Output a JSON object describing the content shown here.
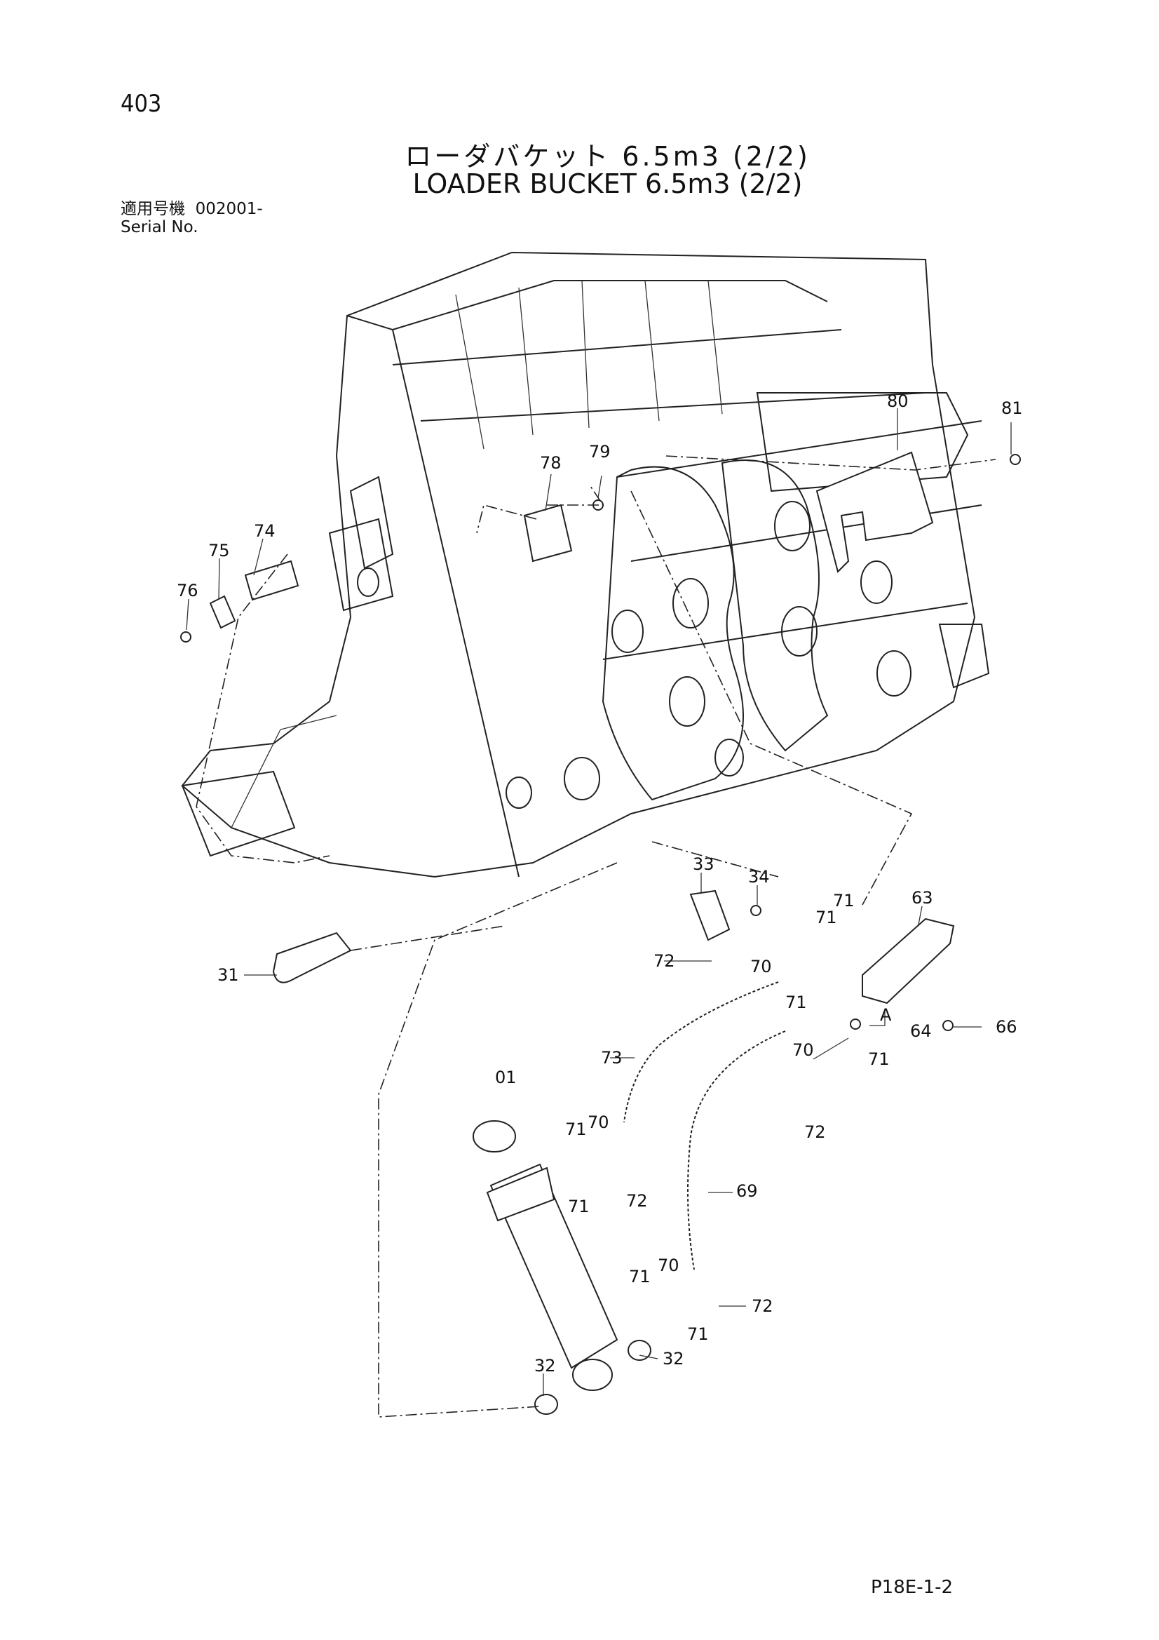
{
  "page_number": "403",
  "title_jp": "ローダバケット 6.5m3 (2/2)",
  "title_en": "LOADER BUCKET 6.5m3 (2/2)",
  "serial": {
    "label_jp": "適用号機",
    "value": "002001-",
    "label_en": "Serial No."
  },
  "callouts": {
    "c01": "01",
    "c31": "31",
    "c32a": "32",
    "c32b": "32",
    "c33": "33",
    "c34": "34",
    "c63": "63",
    "c64": "64",
    "c66": "66",
    "c69": "69",
    "c70a": "70",
    "c70b": "70",
    "c70c": "70",
    "c70d": "70",
    "c71a": "71",
    "c71b": "71",
    "c71c": "71",
    "c71d": "71",
    "c71e": "71",
    "c71f": "71",
    "c71g": "71",
    "c71h": "71",
    "c72a": "72",
    "c72b": "72",
    "c72c": "72",
    "c72d": "72",
    "c73": "73",
    "c74": "74",
    "c75": "75",
    "c76": "76",
    "c78": "78",
    "c79": "79",
    "c80": "80",
    "c81": "81",
    "cA": "A"
  },
  "footer_code": "P18E-1-2"
}
